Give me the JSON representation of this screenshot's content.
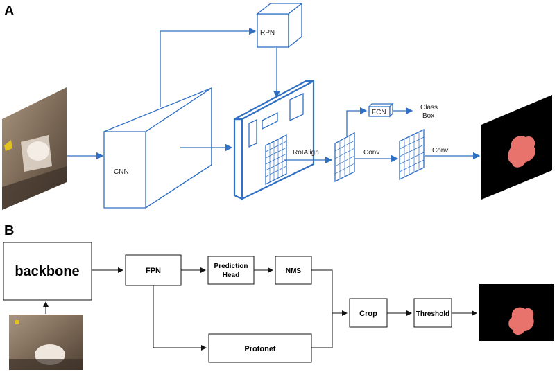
{
  "panel_a": {
    "letter": "A",
    "cnn": "CNN",
    "rpn": "RPN",
    "roialign": "RoIAlign",
    "fcn": "FCN",
    "class": "Class",
    "box": "Box",
    "conv1": "Conv",
    "conv2": "Conv"
  },
  "panel_b": {
    "letter": "B",
    "backbone": "backbone",
    "fpn": "FPN",
    "prediction_head_line1": "Prediction",
    "prediction_head_line2": "Head",
    "nms": "NMS",
    "protonet": "Protonet",
    "crop": "Crop",
    "threshold": "Threshold"
  },
  "colors": {
    "arrow_blue": "#2f6fc4",
    "mask_red": "#e8736d",
    "black": "#000000"
  }
}
